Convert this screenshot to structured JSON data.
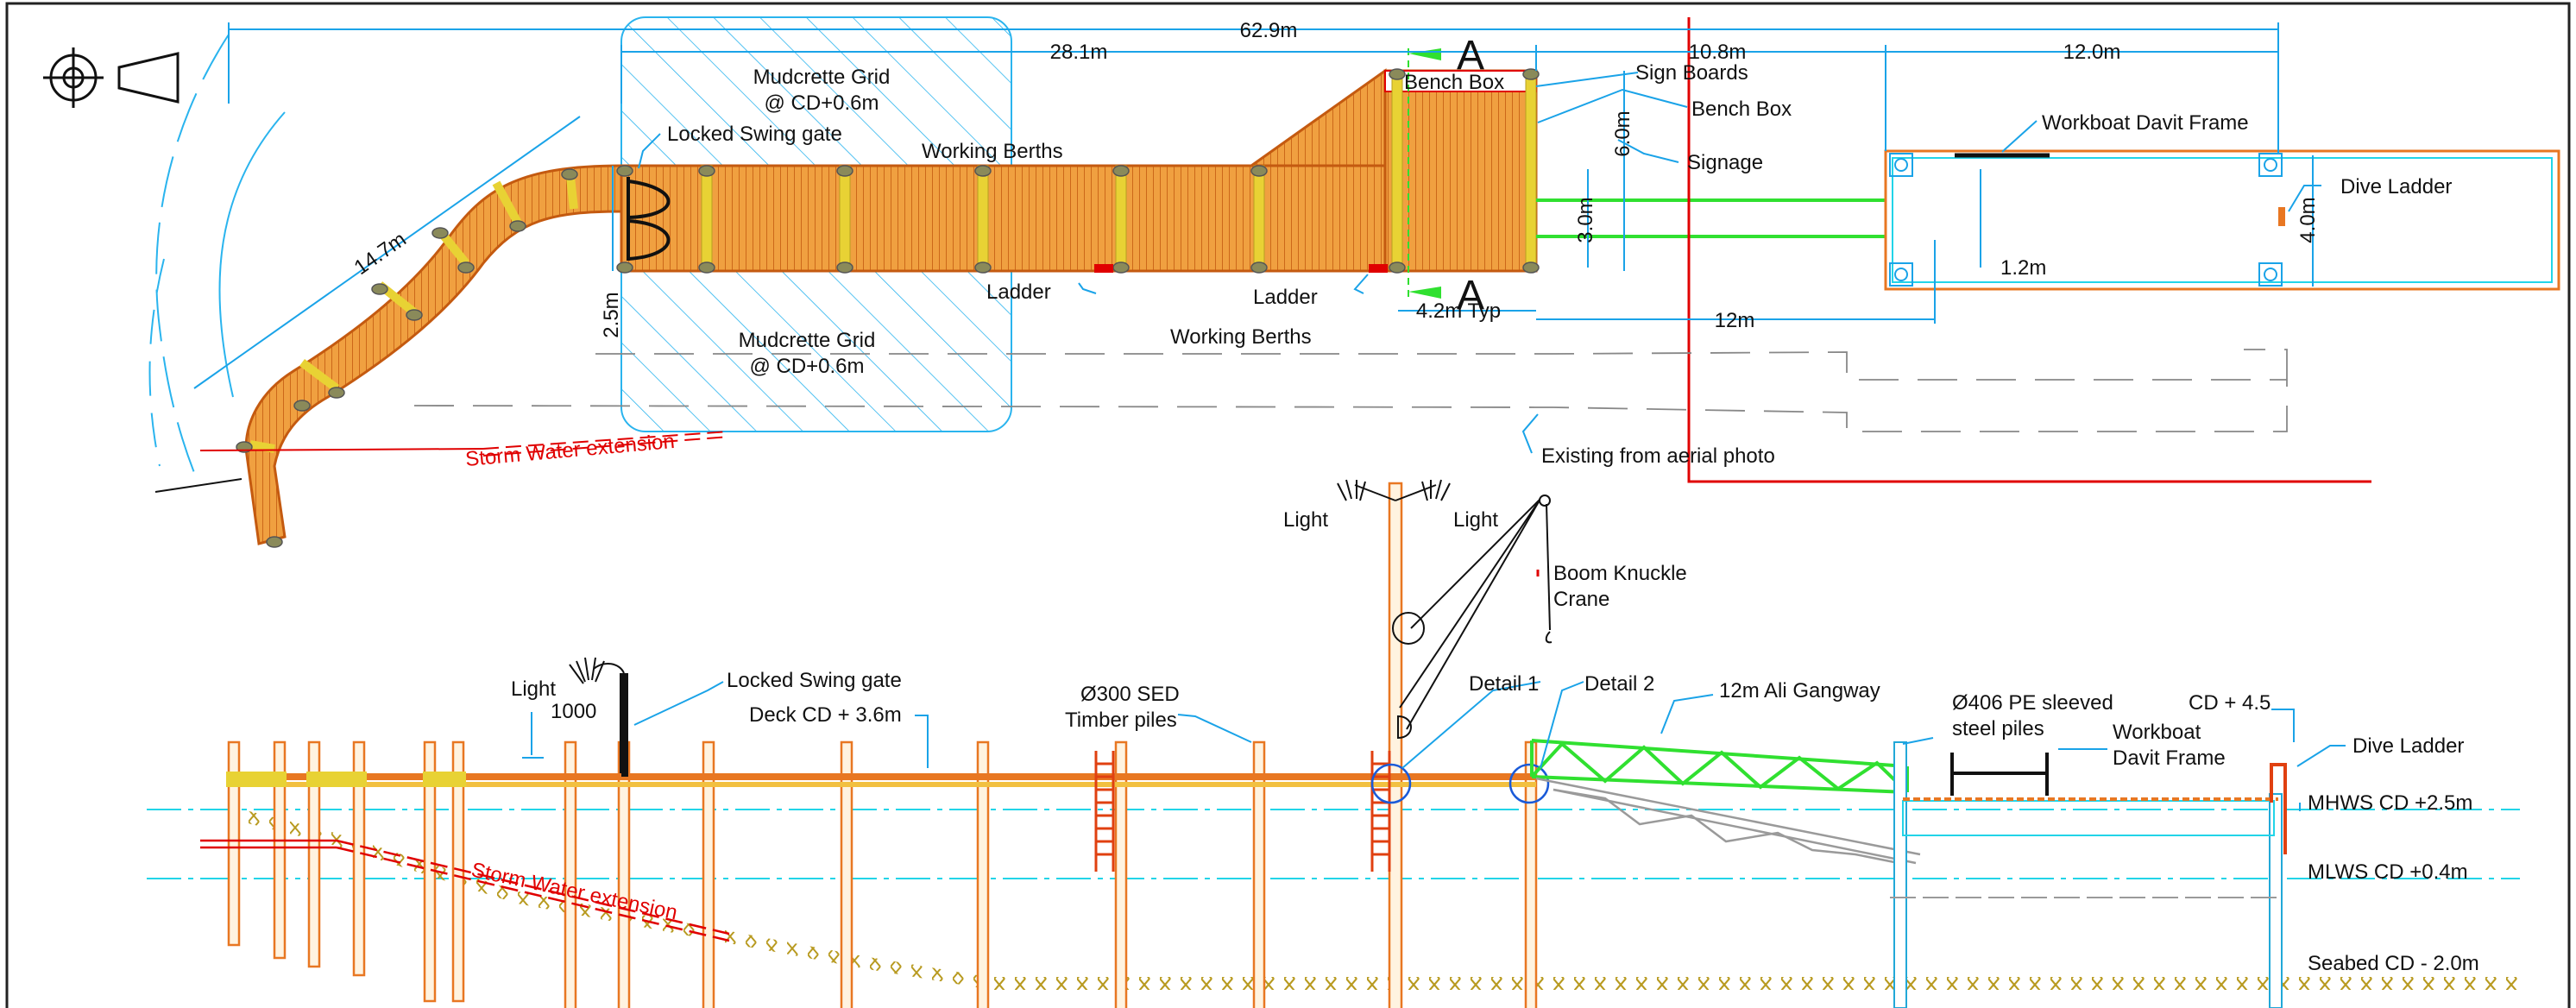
{
  "plan": {
    "dims": {
      "overall": "62.9m",
      "grid_len": "28.1m",
      "d10": "10.8m",
      "d12a": "12.0m",
      "ramp": "14.7m",
      "width_2_5": "2.5m",
      "width_3": "3.0m",
      "width_6": "6.0m",
      "width_4": "4.0m",
      "typ": "4.2m Typ",
      "gangway": "12m",
      "davit_gap": "1.2m"
    },
    "labels": {
      "grid_top_1": "Mudcrette Grid",
      "grid_top_2": "@ CD+0.6m",
      "grid_bot_1": "Mudcrette Grid",
      "grid_bot_2": "@ CD+0.6m",
      "swing_gate": "Locked Swing gate",
      "berths_top": "Working Berths",
      "berths_bot": "Working Berths",
      "ladder_1": "Ladder",
      "ladder_2": "Ladder",
      "section_top": "A",
      "section_bot": "A",
      "bench_box_1": "Bench Box",
      "bench_box_2": "Bench Box",
      "sign_boards": "Sign Boards",
      "signage": "Signage",
      "davit": "Workboat Davit Frame",
      "dive_ladder": "Dive Ladder",
      "storm": "Storm Water extension",
      "existing": "Existing from aerial photo"
    }
  },
  "elevation": {
    "labels": {
      "light_left": "Light",
      "light_1000": "1000",
      "swing_gate": "Locked Swing gate",
      "deck": "Deck CD + 3.6m",
      "piles_1": "Ø300 SED",
      "piles_2": "Timber piles",
      "light_a": "Light",
      "light_b": "Light",
      "crane_1": "Boom Knuckle",
      "crane_2": "Crane",
      "detail_1": "Detail 1",
      "detail_2": "Detail 2",
      "gangway": "12m Ali Gangway",
      "steel_1": "Ø406 PE sleeved",
      "steel_2": "steel piles",
      "davit_1": "Workboat",
      "davit_2": "Davit Frame",
      "cd45": "CD + 4.5",
      "dive_ladder": "Dive Ladder",
      "mhws": "MHWS CD +2.5m",
      "mlws": "MLWS CD +0.4m",
      "seabed": "Seabed CD - 2.0m",
      "storm": "Storm Water extension"
    }
  },
  "colors": {
    "deck": "#e87722",
    "pile": "#e8d234",
    "dim": "#1aa3e8",
    "green": "#30e030",
    "red": "#e00000",
    "water": "#22d4e8",
    "seabed": "#b89a20",
    "gray": "#9a9a9a"
  }
}
